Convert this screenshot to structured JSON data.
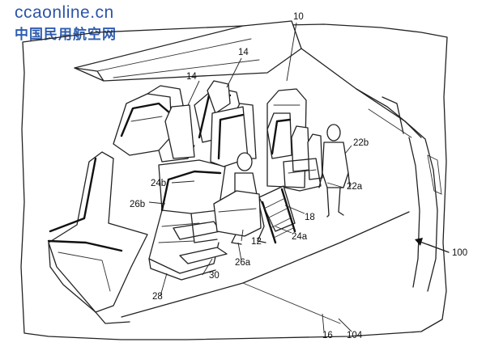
{
  "watermark": {
    "site": "ccaonline.cn",
    "name_cn": "中国民用航空网"
  },
  "labels": {
    "fuselage": "10",
    "seat_upper_left": "14",
    "seat_upper_center": "14",
    "person_upper": "22b",
    "upper_seat_ref": "24b",
    "ladder_upper": "26b",
    "person_lower": "22a",
    "stairs": "18",
    "ladder_lower_seat": "24a",
    "seat_frame": "12",
    "ladder_lower": "26a",
    "step": "30",
    "base": "28",
    "aircraft": "100",
    "floor": "16",
    "cabin_floor": "104"
  }
}
